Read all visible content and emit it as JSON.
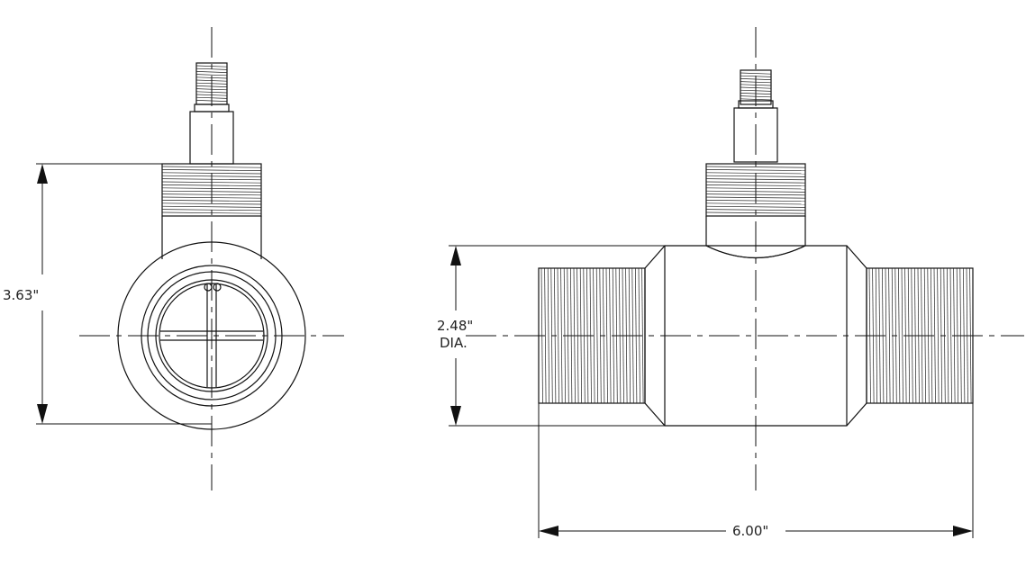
{
  "dimensions": {
    "height": "3.63\"",
    "diameter_value": "2.48\"",
    "diameter_suffix": "DIA.",
    "length": "6.00\""
  }
}
